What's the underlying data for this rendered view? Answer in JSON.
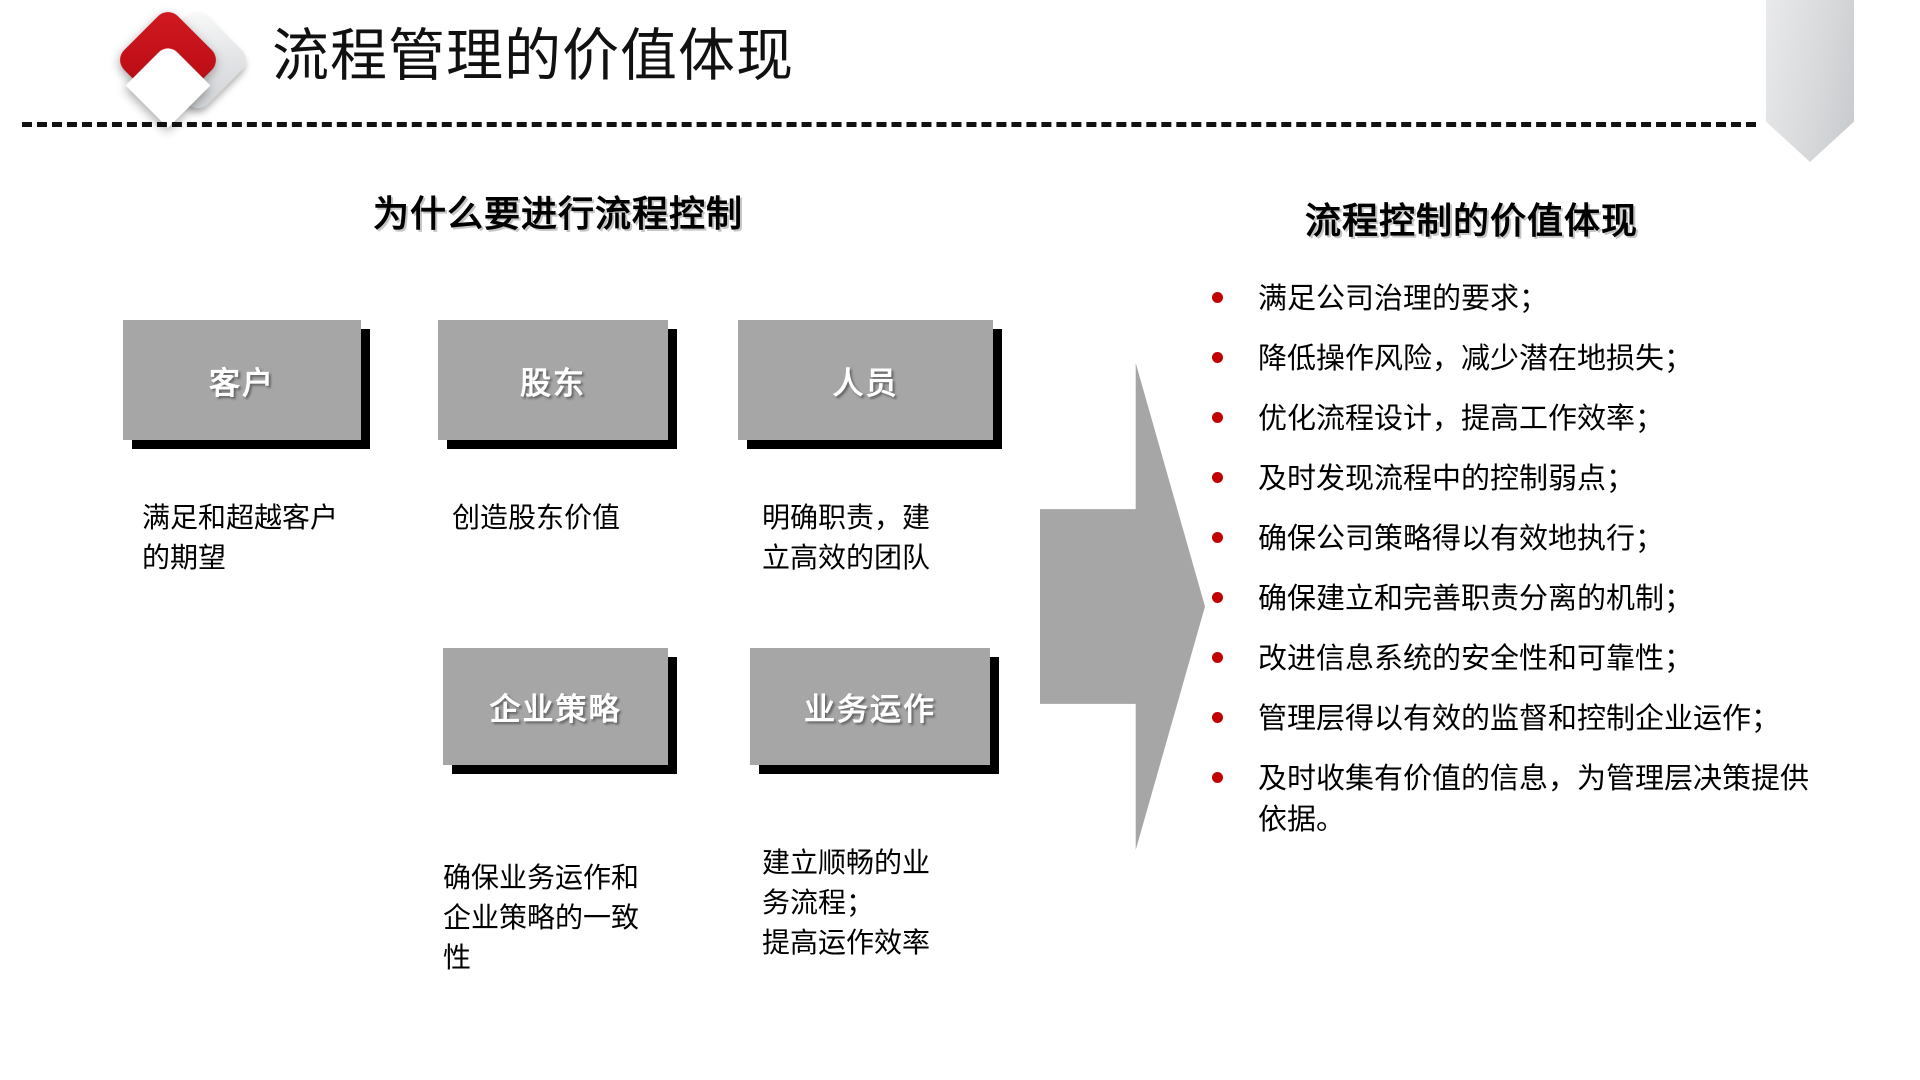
{
  "header": {
    "title": "流程管理的价值体现",
    "logo_icon": "red-chevron-diamond-logo",
    "corner_icon": "gray-ribbon-banner",
    "rule_icon": "dashed-divider"
  },
  "columns": {
    "left_heading": "为什么要进行流程控制",
    "right_heading": "流程控制的价值体现"
  },
  "stakeholders": [
    {
      "id": "customer",
      "label": "客户",
      "caption": "满足和超越客户\n的期望"
    },
    {
      "id": "shareholder",
      "label": "股东",
      "caption": "创造股东价值"
    },
    {
      "id": "staff",
      "label": "人员",
      "caption": "明确职责，建\n立高效的团队"
    },
    {
      "id": "strategy",
      "label": "企业策略",
      "caption": "确保业务运作和\n企业策略的一致\n性"
    },
    {
      "id": "operation",
      "label": "业务运作",
      "caption": "建立顺畅的业\n务流程；\n提高运作效率"
    }
  ],
  "arrow": {
    "icon": "right-arrow-shape",
    "color": "#a6a6a6"
  },
  "value_points": [
    "满足公司治理的要求；",
    "降低操作风险，减少潜在地损失；",
    "优化流程设计，提高工作效率；",
    "及时发现流程中的控制弱点；",
    "确保公司策略得以有效地执行；",
    "确保建立和完善职责分离的机制；",
    "改进信息系统的安全性和可靠性；",
    "管理层得以有效的监督和控制企业运作；",
    "及时收集有价值的信息，为管理层决策提供依据。"
  ],
  "colors": {
    "accent_red": "#c00000",
    "logo_red": "#c10f17",
    "box_gray": "#a6a6a6",
    "box_shadow": "#000000",
    "background": "#ffffff",
    "text": "#000000"
  }
}
